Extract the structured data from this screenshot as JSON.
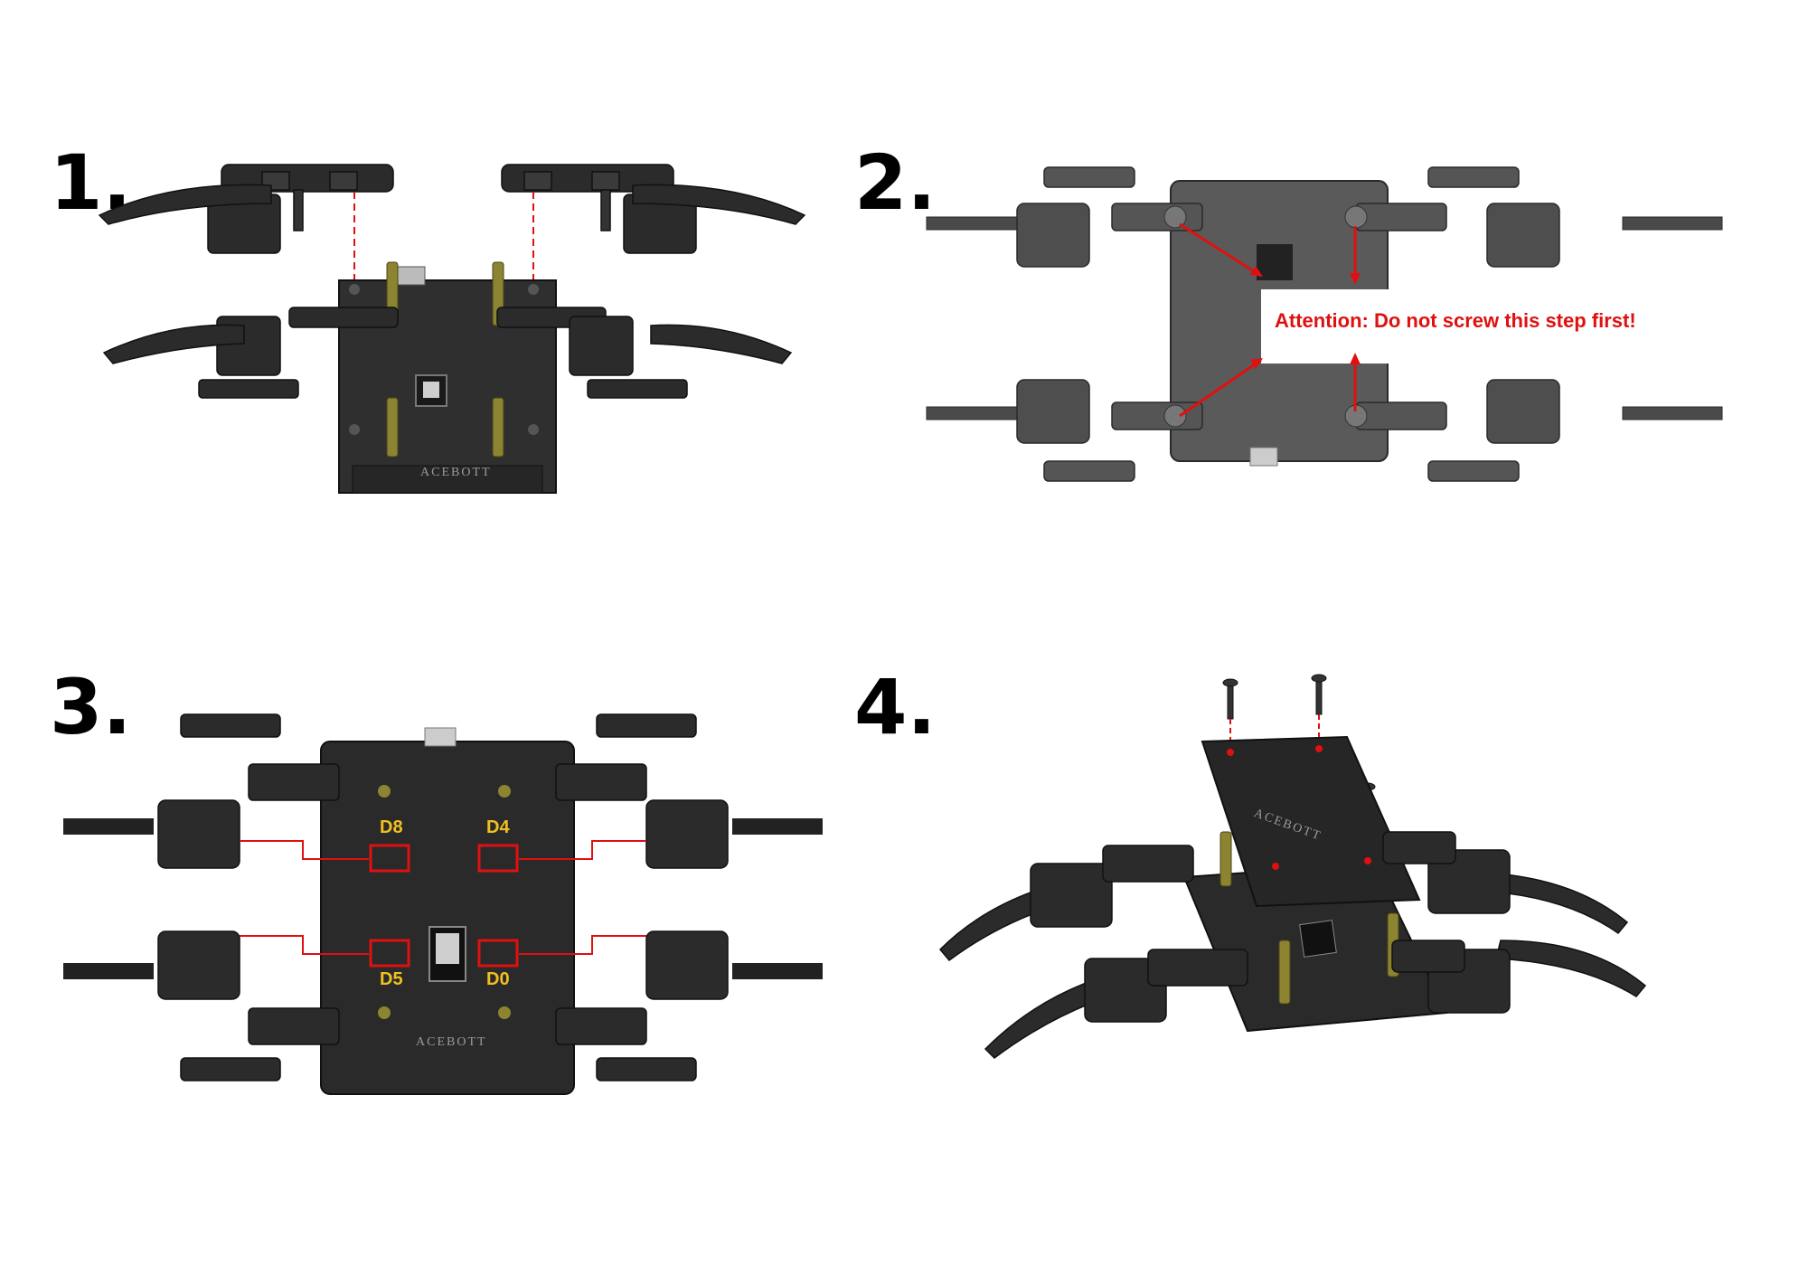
{
  "steps": [
    {
      "number": "1."
    },
    {
      "number": "2.",
      "callout": "Attention: Do not screw this step first!"
    },
    {
      "number": "3.",
      "ports": [
        "D8",
        "D4",
        "D5",
        "D0"
      ]
    },
    {
      "number": "4."
    }
  ],
  "brand_logo_text": "ACEBOTT",
  "colors": {
    "part_dark": "#222222",
    "part_mid": "#3a3a3a",
    "part_gray": "#5a5a5a",
    "arrow_red": "#e01010",
    "standoff_brass": "#8c8430",
    "port_label_yellow": "#f0c020"
  }
}
